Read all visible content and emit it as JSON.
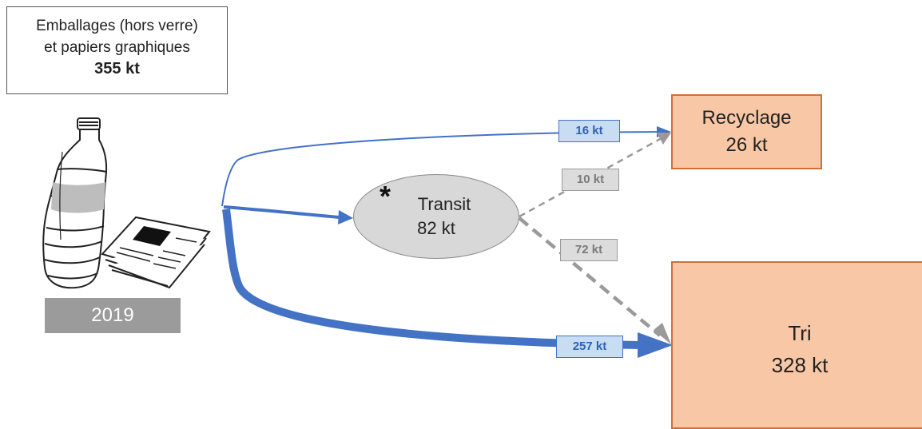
{
  "source": {
    "line1": "Emballages (hors verre)",
    "line2": "et papiers graphiques",
    "quantity": "355 kt"
  },
  "year": "2019",
  "transit": {
    "marker": "*",
    "label": "Transit",
    "quantity": "82 kt"
  },
  "destinations": {
    "recyclage": {
      "label": "Recyclage",
      "quantity": "26 kt"
    },
    "tri": {
      "label": "Tri",
      "quantity": "328 kt"
    }
  },
  "flows": {
    "source_to_recyclage": "16 kt",
    "transit_to_recyclage": "10 kt",
    "transit_to_tri": "72 kt",
    "source_to_tri": "257 kt"
  },
  "colors": {
    "flow_blue": "#4472c4",
    "flow_gray": "#9a9a9a",
    "destination_fill": "#f8c8a6",
    "destination_border": "#d07038",
    "transit_fill": "#d8d8d8",
    "year_fill": "#9b9b9b"
  },
  "icons": [
    "plastic-bottle-icon",
    "newspaper-icon"
  ]
}
